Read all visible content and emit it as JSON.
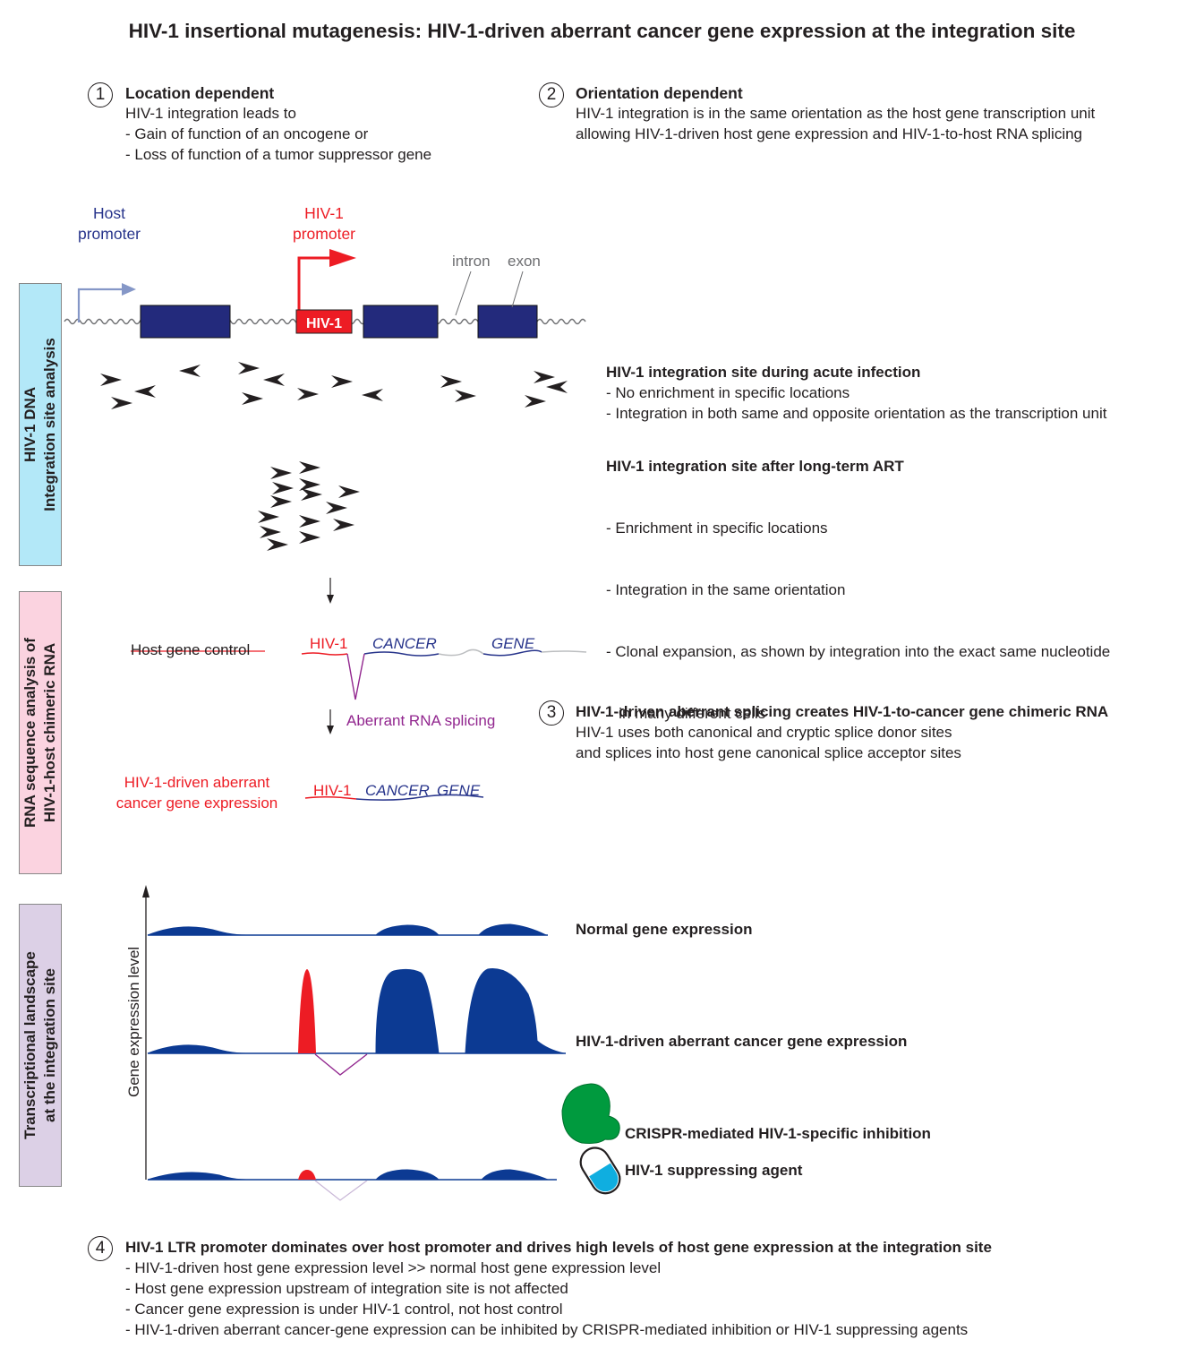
{
  "title": "HIV-1 insertional mutagenesis: HIV-1-driven aberrant cancer gene expression at the integration site",
  "points": {
    "p1": {
      "num": "1",
      "heading": "Location dependent",
      "lines": [
        "HIV-1 integration leads to",
        "- Gain of function of an oncogene or",
        "- Loss of function of a tumor suppressor gene"
      ]
    },
    "p2": {
      "num": "2",
      "heading": "Orientation dependent",
      "lines": [
        "HIV-1 integration is in the same orientation as the host gene transcription unit",
        "allowing HIV-1-driven host gene expression and HIV-1-to-host RNA splicing"
      ]
    },
    "p3": {
      "num": "3",
      "heading": "HIV-1-driven aberrant splicing creates HIV-1-to-cancer gene chimeric RNA",
      "lines": [
        "HIV-1 uses both canonical and cryptic splice donor sites",
        "and splices into host gene canonical splice acceptor sites"
      ]
    },
    "p4": {
      "num": "4",
      "heading": "HIV-1 LTR promoter dominates over host promoter and drives high levels of host gene expression at the integration site",
      "lines": [
        "- HIV-1-driven host gene expression level >> normal host gene expression level",
        "- Host gene expression upstream of integration site is not affected",
        "- Cancer gene expression is under HIV-1 control, not host control",
        "- HIV-1-driven aberrant cancer-gene expression can be inhibited by CRISPR-mediated inhibition or HIV-1 suppressing agents"
      ]
    }
  },
  "side_panels": {
    "dna": {
      "line1": "HIV-1 DNA",
      "line2": "Integration site analysis",
      "color": "#b3e8f8"
    },
    "rna": {
      "line1": "RNA sequence analysis of",
      "line2": "HIV-1-host chimeric RNA",
      "color": "#fbd3e0"
    },
    "landscape": {
      "line1": "Transcriptional landscape",
      "line2": "at the integration site",
      "color": "#dcd0e6"
    }
  },
  "gene_diagram": {
    "host_promoter": {
      "line1": "Host",
      "line2": "promoter",
      "color": "#27348b"
    },
    "hiv_promoter": {
      "line1": "HIV-1",
      "line2": "promoter",
      "color": "#ed1c24"
    },
    "intron_label": "intron",
    "exon_label": "exon",
    "hiv_box_label": "HIV-1",
    "exon_color": "#232a7c"
  },
  "integration": {
    "acute": {
      "heading": "HIV-1 integration site during acute infection",
      "lines": [
        "- No enrichment in specific locations",
        "- Integration in both same and opposite orientation as the transcription unit"
      ]
    },
    "art": {
      "heading": "HIV-1 integration site after long-term ART",
      "lines": [
        "- Enrichment in specific locations",
        "- Integration in the same orientation",
        "- Clonal expansion, as shown by integration into the exact same nucleotide",
        "   in many different cells"
      ]
    }
  },
  "rna": {
    "host_gene_control": "Host gene control",
    "hiv": "HIV-1",
    "cancer": "CANCER",
    "gene": "GENE",
    "aberrant_splicing": "Aberrant RNA splicing",
    "aberrant_expression_line1": "HIV-1-driven aberrant",
    "aberrant_expression_line2": "cancer gene expression",
    "chimeric_hiv": "HIV-1",
    "chimeric_cancer": "CANCER",
    "chimeric_gene": "GENE",
    "splice_color": "#92278f"
  },
  "landscape": {
    "y_axis_label": "Gene expression level",
    "normal": "Normal gene expression",
    "aberrant": "HIV-1-driven aberrant cancer gene expression",
    "crispr": "CRISPR-mediated HIV-1-specific inhibition",
    "suppressing_agent": "HIV-1 suppressing agent",
    "crispr_color": "#009a3e",
    "pill_color": "#0faee0"
  }
}
